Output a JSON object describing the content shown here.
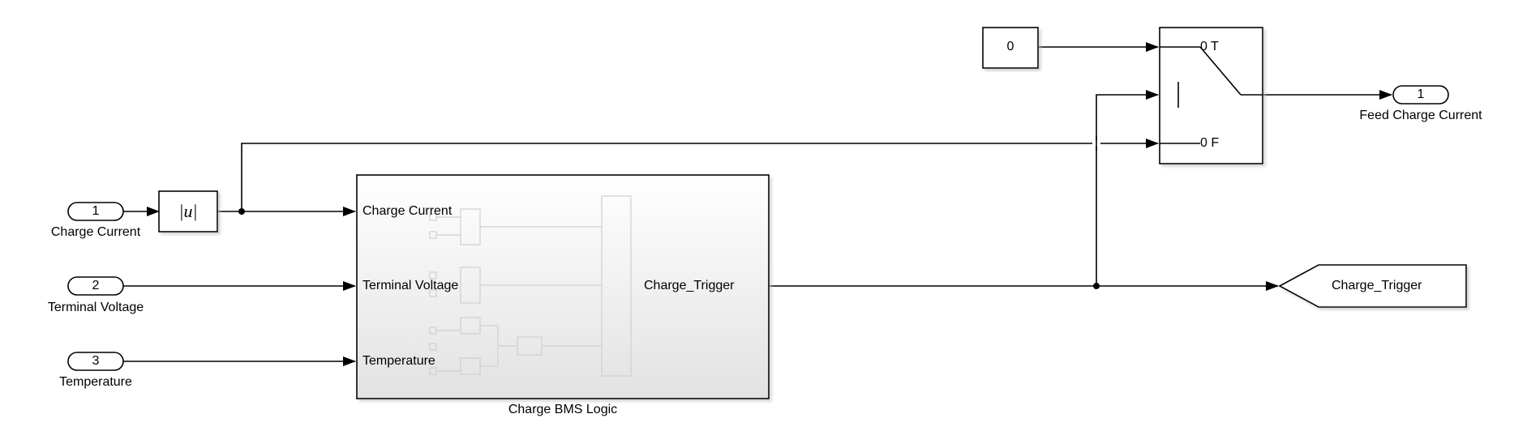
{
  "inports": [
    {
      "number": "1",
      "label": "Charge Current"
    },
    {
      "number": "2",
      "label": "Terminal Voltage"
    },
    {
      "number": "3",
      "label": "Temperature"
    }
  ],
  "abs_block": {
    "symbol": "|u|"
  },
  "subsystem": {
    "name": "Charge BMS Logic",
    "inputs": [
      "Charge Current",
      "Terminal Voltage",
      "Temperature"
    ],
    "output": "Charge_Trigger"
  },
  "constant": {
    "value": "0"
  },
  "switch": {
    "true_port": "0 T",
    "false_port": "0 F"
  },
  "outport": {
    "number": "1",
    "label": "Feed Charge Current"
  },
  "goto_tag": {
    "label": "Charge_Trigger"
  },
  "colors": {
    "line": "#000000",
    "block_border": "#000000",
    "subsystem_gradient_top": "#ffffff",
    "subsystem_gradient_bottom": "#e2e2e2",
    "preview_line": "#cfcfcf"
  }
}
